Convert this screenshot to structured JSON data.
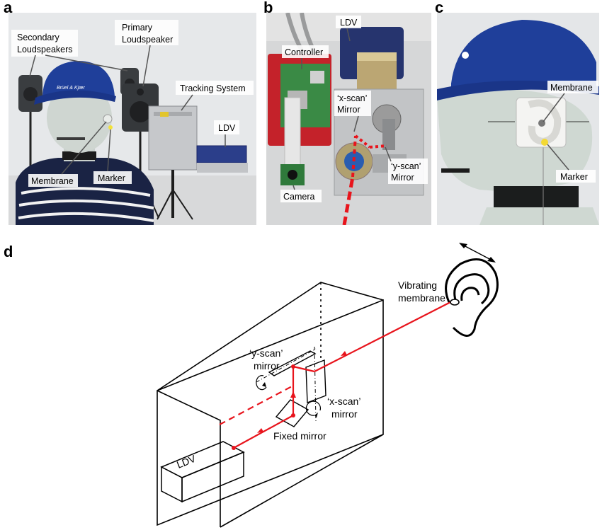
{
  "panel_letters": {
    "a": "a",
    "b": "b",
    "c": "c",
    "d": "d"
  },
  "panel_a": {
    "secondary_loudspeakers": [
      "Secondary",
      "Loudspeakers"
    ],
    "primary_loudspeaker": [
      "Primary",
      "Loudspeaker"
    ],
    "tracking_system": "Tracking System",
    "ldv": "LDV",
    "membrane": "Membrane",
    "marker": "Marker",
    "cap_logo": "Brüel & Kjær"
  },
  "panel_b": {
    "ldv": "LDV",
    "controller": "Controller",
    "x_scan_mirror": [
      "‘x-scan’",
      "Mirror"
    ],
    "y_scan_mirror": [
      "‘y-scan’",
      "Mirror"
    ],
    "camera": "Camera"
  },
  "panel_c": {
    "membrane": "Membrane",
    "marker": "Marker"
  },
  "panel_d": {
    "vibrating_membrane": [
      "Vibrating",
      "membrane"
    ],
    "y_scan_mirror": [
      "‘y-scan’",
      "mirror"
    ],
    "x_scan_mirror": [
      "‘x-scan’",
      "mirror"
    ],
    "fixed_mirror": "Fixed mirror",
    "ldv": "LDV"
  },
  "colors": {
    "laser": "#e8141c",
    "cap_blue": "#1f3f9a",
    "sweater_navy": "#1a2344"
  }
}
